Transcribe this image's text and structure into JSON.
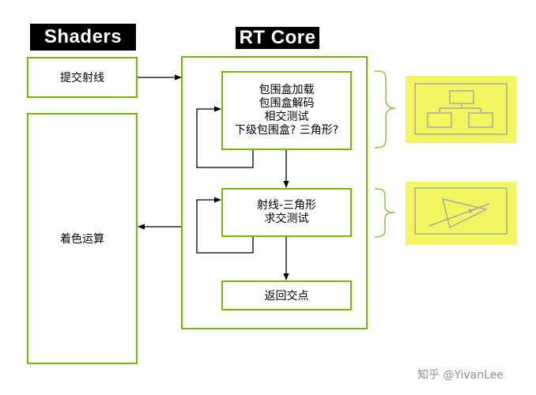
{
  "headers": {
    "shaders": "Shaders",
    "rt_core": "RT Core"
  },
  "shaders": {
    "emit_ray": "提交射线",
    "shading": "着色运算"
  },
  "rt_core": {
    "bvh_box_lines": [
      "包围盒加载",
      "包围盒解码",
      "相交测试",
      "下级包围盒? 三角形?"
    ],
    "ray_tri_lines": [
      "射线-三角形",
      "求交测试"
    ],
    "return_hit": "返回交点"
  },
  "watermark": "知乎 @YivanLee",
  "colors": {
    "accent": "#76b900",
    "highlight": "#f2f760",
    "icon_stroke": "#a8a8a8"
  }
}
